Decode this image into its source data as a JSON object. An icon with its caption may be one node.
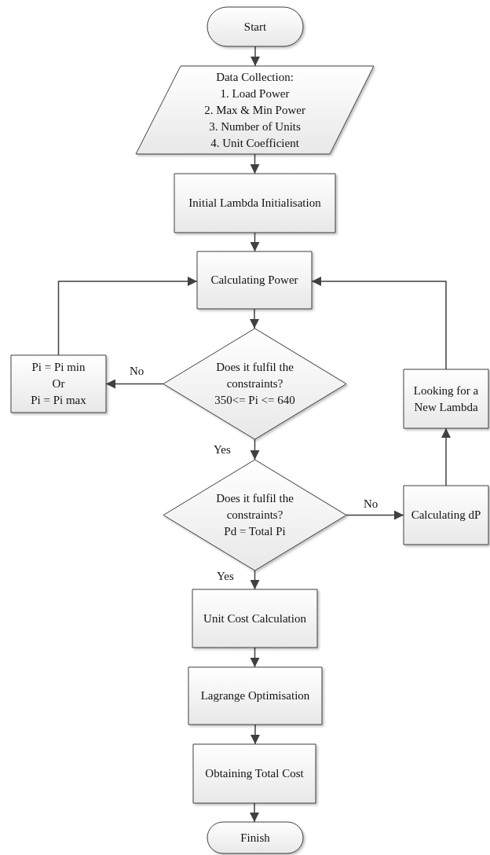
{
  "diagram": {
    "nodes": [
      {
        "text": [
          "Start"
        ]
      },
      {
        "text": [
          "Data Collection:",
          "1. Load Power",
          "2. Max & Min Power",
          "3. Number of Units",
          "4. Unit Coefficient"
        ]
      },
      {
        "text": [
          "Initial Lambda Initialisation"
        ]
      },
      {
        "text": [
          "Calculating Power"
        ]
      },
      {
        "text": [
          "Does it fulfil the constraints?",
          "350<= Pi <= 640"
        ]
      },
      {
        "text": [
          "Pi = Pi min",
          "Or",
          "Pi = Pi max"
        ]
      },
      {
        "text": [
          "Looking for a New Lambda"
        ]
      },
      {
        "text": [
          "Does it fulfil the constraints?",
          "Pd = Total Pi"
        ]
      },
      {
        "text": [
          "Calculating dP"
        ]
      },
      {
        "text": [
          "Unit Cost Calculation"
        ]
      },
      {
        "text": [
          "Lagrange Optimisation"
        ]
      },
      {
        "text": [
          "Obtaining Total Cost"
        ]
      },
      {
        "text": [
          "Finish"
        ]
      }
    ],
    "edges": [
      {
        "from": 0,
        "to": 1,
        "arrow": "to"
      },
      {
        "from": 1,
        "to": 2,
        "arrow": "to"
      },
      {
        "from": 2,
        "to": 3,
        "arrow": "to"
      },
      {
        "from": 3,
        "to": 4,
        "arrow": "to"
      },
      {
        "from": 4,
        "to": 5,
        "arrow": "to",
        "label": "No"
      },
      {
        "from": 5,
        "to": 3,
        "arrow": "to"
      },
      {
        "from": 4,
        "to": 7,
        "arrow": "to",
        "label": "Yes"
      },
      {
        "from": 7,
        "to": 8,
        "arrow": "to",
        "label": "No"
      },
      {
        "from": 8,
        "to": 6,
        "arrow": "to"
      },
      {
        "from": 6,
        "to": 3,
        "arrow": "to"
      },
      {
        "from": 7,
        "to": 9,
        "arrow": "to",
        "label": "Yes"
      },
      {
        "from": 9,
        "to": 10,
        "arrow": "to"
      },
      {
        "from": 10,
        "to": 11,
        "arrow": "to"
      },
      {
        "from": 11,
        "to": 12,
        "arrow": "to"
      }
    ]
  }
}
